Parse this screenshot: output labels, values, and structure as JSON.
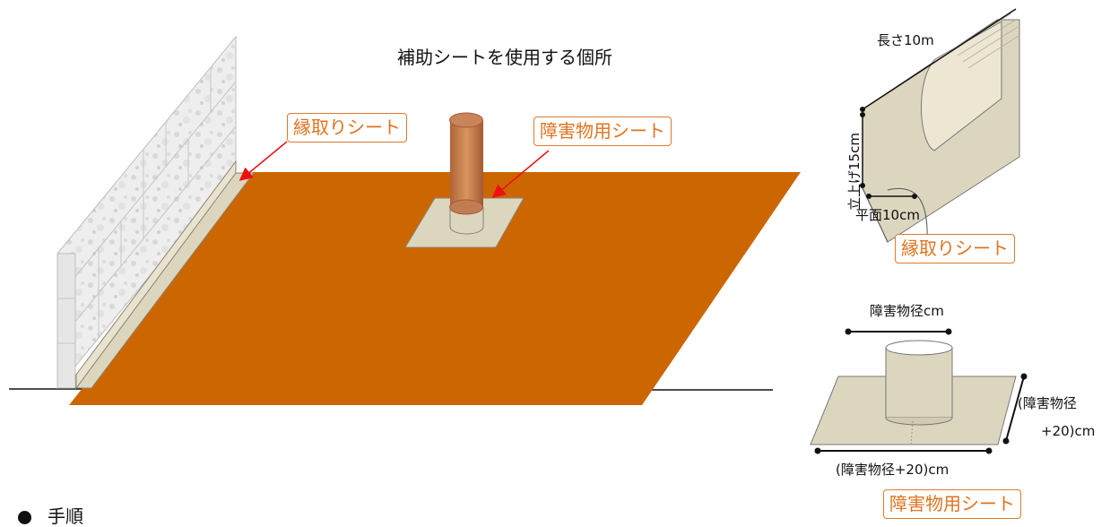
{
  "title": "補助シートを使用する個所",
  "labels": {
    "edge_sheet": "縁取りシート",
    "obstacle_sheet": "障害物用シート"
  },
  "edge_detail": {
    "length": "長さ10m",
    "rise": "立上げ15cm",
    "flat": "平面10cm",
    "caption": "縁取りシート"
  },
  "obstacle_detail": {
    "diameter": "障害物径cm",
    "side_line1": "(障害物径",
    "side_line2": "+20)cm",
    "bottom": "(障害物径+20)cm",
    "caption": "障害物用シート"
  },
  "section_heading": "手順",
  "colors": {
    "ground": "#cc6600",
    "sheet": "#ddd6bf",
    "label_border": "#e07a2a",
    "label_text": "#e0731f",
    "arrow": "#ee1111"
  }
}
